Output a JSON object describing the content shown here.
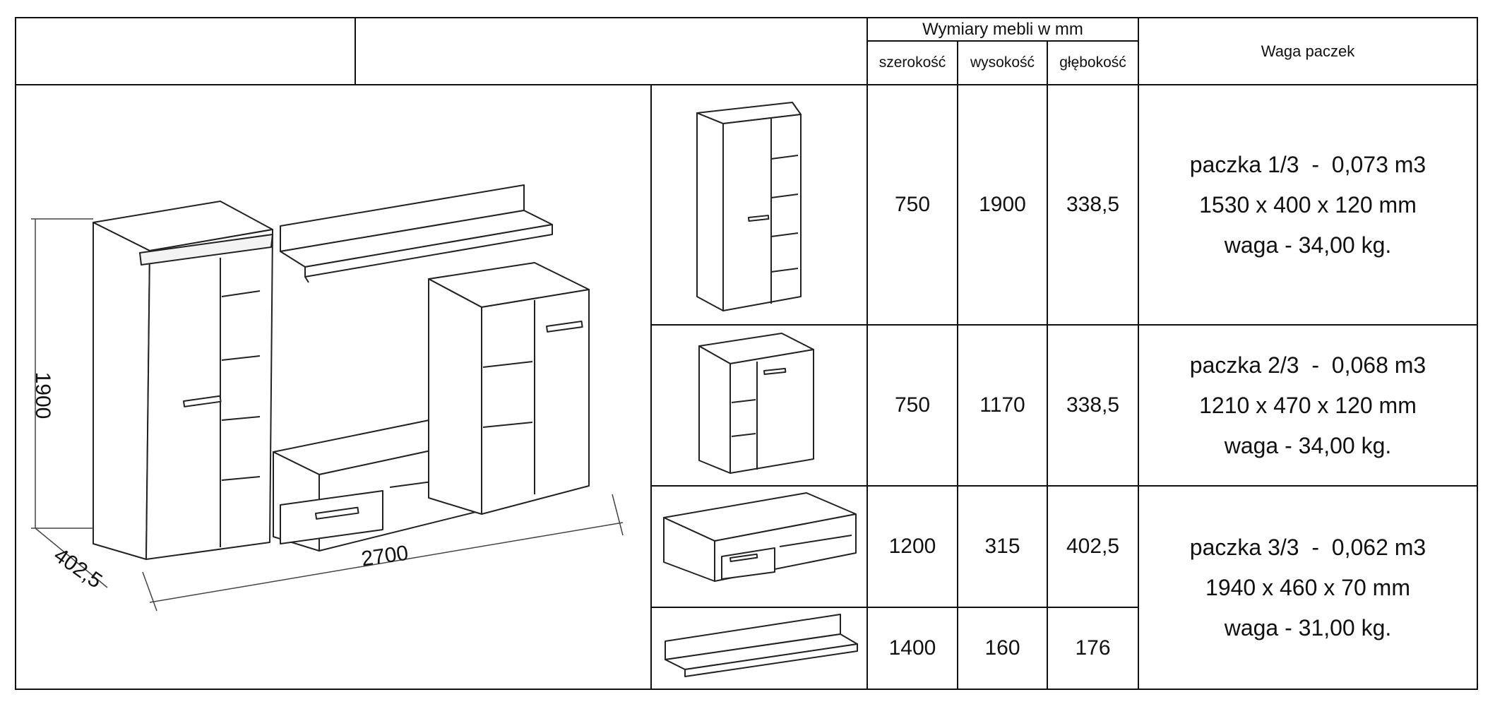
{
  "header": {
    "dims_title": "Wymiary mebli w mm",
    "col_width": "szerokość",
    "col_height": "wysokość",
    "col_depth": "głębokość",
    "weight_title": "Waga paczek"
  },
  "overview": {
    "dim_height": "1900",
    "dim_width": "2700",
    "dim_depth": "402,5"
  },
  "rows": [
    {
      "width": "750",
      "height": "1900",
      "depth": "338,5"
    },
    {
      "width": "750",
      "height": "1170",
      "depth": "338,5"
    },
    {
      "width": "1200",
      "height": "315",
      "depth": "402,5"
    },
    {
      "width": "1400",
      "height": "160",
      "depth": "176"
    }
  ],
  "packages": [
    {
      "line1": "paczka 1/3  -  0,073 m3",
      "line2": "1530 x 400 x 120 mm",
      "line3": "waga - 34,00 kg."
    },
    {
      "line1": "paczka 2/3  -  0,068 m3",
      "line2": "1210 x 470 x 120 mm",
      "line3": "waga - 34,00 kg."
    },
    {
      "line1": "paczka 3/3  -  0,062 m3",
      "line2": "1940 x 460 x 70 mm",
      "line3": "waga - 31,00 kg."
    }
  ]
}
